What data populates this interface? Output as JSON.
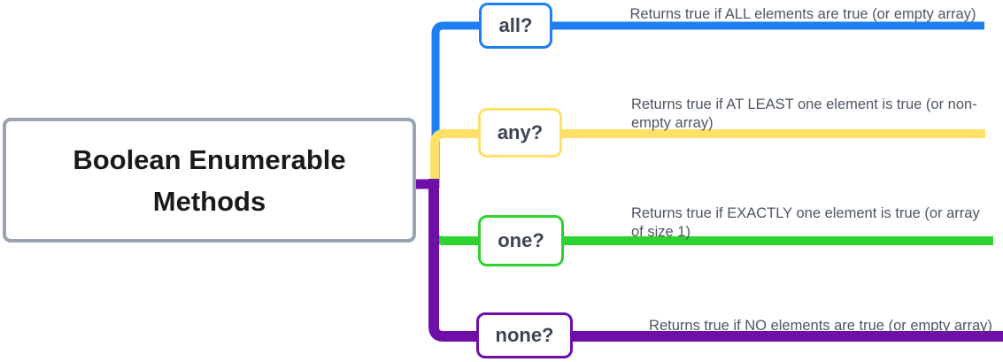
{
  "root": {
    "title": "Boolean Enumerable Methods",
    "border_color": "#9aa3b2",
    "text_color": "#1a1a1a"
  },
  "branches": [
    {
      "label": "all?",
      "color": "#1e80f0",
      "description": "Returns true if ALL elements are true (or empty array)"
    },
    {
      "label": "any?",
      "color": "#ffe066",
      "description": "Returns true if AT LEAST one element is true (or non-empty array)"
    },
    {
      "label": "one?",
      "color": "#2fd32f",
      "description": "Returns true if EXACTLY one element is true (or array of size 1)"
    },
    {
      "label": "none?",
      "color": "#6e0fa8",
      "description": "Returns true if NO elements are true (or empty array)"
    }
  ],
  "colors": {
    "label_text": "#3d4454",
    "description_text": "#4d5663",
    "background": "#ffffff"
  }
}
